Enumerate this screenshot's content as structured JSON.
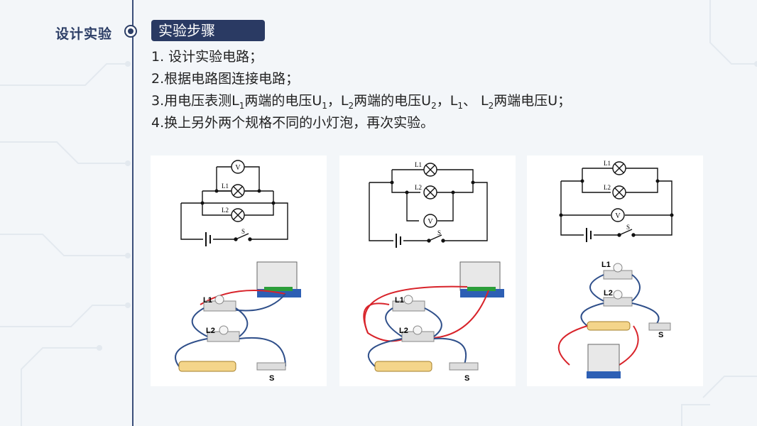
{
  "section": {
    "label": "设计实验"
  },
  "badge": {
    "label": "实验步骤"
  },
  "steps": {
    "s1": "1. 设计实验电路；",
    "s2": "2.根据电路图连接电路；",
    "s3": {
      "a": "3.用电压表测L",
      "a_sub": "1",
      "b": "两端的电压U",
      "b_sub": "1",
      "c": "，L",
      "c_sub": "2",
      "d": "两端的电压U",
      "d_sub": "2",
      "e": "，L",
      "e_sub": "1",
      "f": "、 L",
      "f_sub": "2",
      "g": "两端电压U；"
    },
    "s4": "4.换上另外两个规格不同的小灯泡，再次实验。"
  },
  "diagram_labels": {
    "voltmeter": "V",
    "lamp1": "L1",
    "lamp2": "L2",
    "switch": "S"
  },
  "colors": {
    "accent": "#2a3a63",
    "wire_blue": "#2f4f8a",
    "wire_red": "#d8232a"
  }
}
